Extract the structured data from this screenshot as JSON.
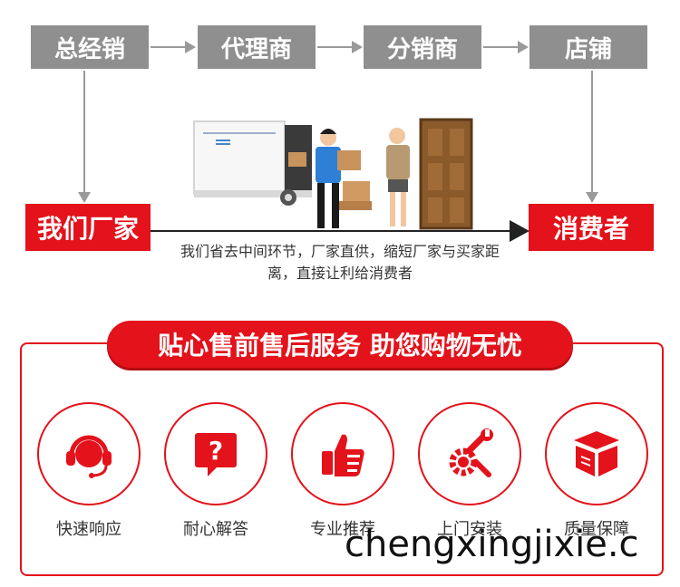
{
  "chain": {
    "steps": [
      "总经销",
      "代理商",
      "分销商",
      "店铺"
    ],
    "factory": "我们厂家",
    "consumer": "消费者",
    "note_line1": "我们省去中间环节，厂家直供，缩短厂家与买家距",
    "note_line2": "离，直接让利给消费者"
  },
  "service": {
    "banner": "贴心售前售后服务 助您购物无忧",
    "items": [
      {
        "label": "快速响应",
        "icon": "headset-icon"
      },
      {
        "label": "耐心解答",
        "icon": "question-bubble-icon"
      },
      {
        "label": "专业推荐",
        "icon": "thumbs-up-icon"
      },
      {
        "label": "上门安装",
        "icon": "wrench-gear-icon"
      },
      {
        "label": "质量保障",
        "icon": "box-icon"
      }
    ]
  },
  "watermark": "chengxingjixie.c",
  "colors": {
    "accent": "#e3121b",
    "gray": "#8f8f8f"
  }
}
